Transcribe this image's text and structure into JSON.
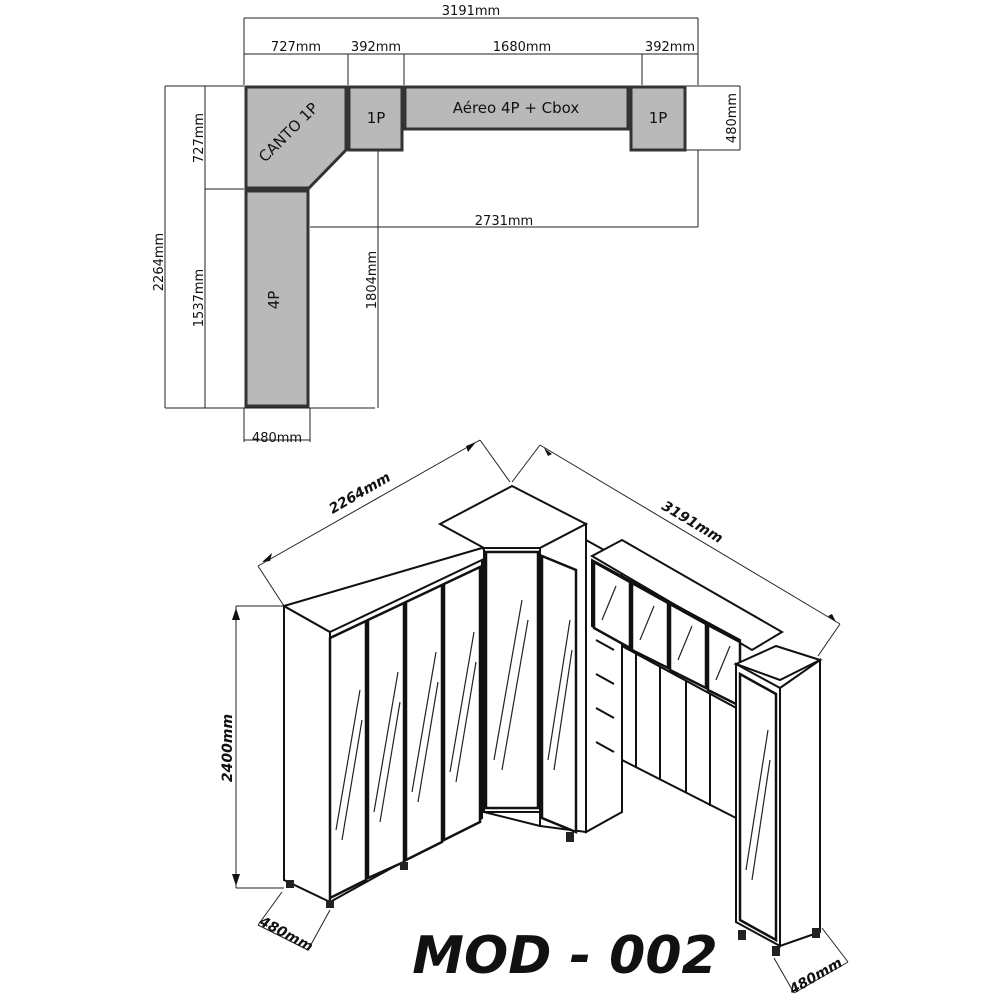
{
  "title": "MOD - 002",
  "plan": {
    "dims": {
      "overall_width": "3191mm",
      "corner_width": "727mm",
      "one_p_left_width": "392mm",
      "aereo_width": "1680mm",
      "one_p_right_width": "392mm",
      "upper_depth": "727mm",
      "right_depth": "480mm",
      "inner_length": "2731mm",
      "overall_height": "2264mm",
      "lower_length": "1537mm",
      "inner_height": "1804mm",
      "bottom_depth": "480mm"
    },
    "modules": {
      "corner": "CANTO 1P",
      "one_p_left": "1P",
      "aereo": "Aéreo 4P + Cbox",
      "one_p_right": "1P",
      "four_p": "4P"
    }
  },
  "elevation": {
    "dims": {
      "left_run": "2264mm",
      "right_run": "3191mm",
      "height": "2400mm",
      "depth_left": "480mm",
      "depth_right": "480mm"
    }
  }
}
